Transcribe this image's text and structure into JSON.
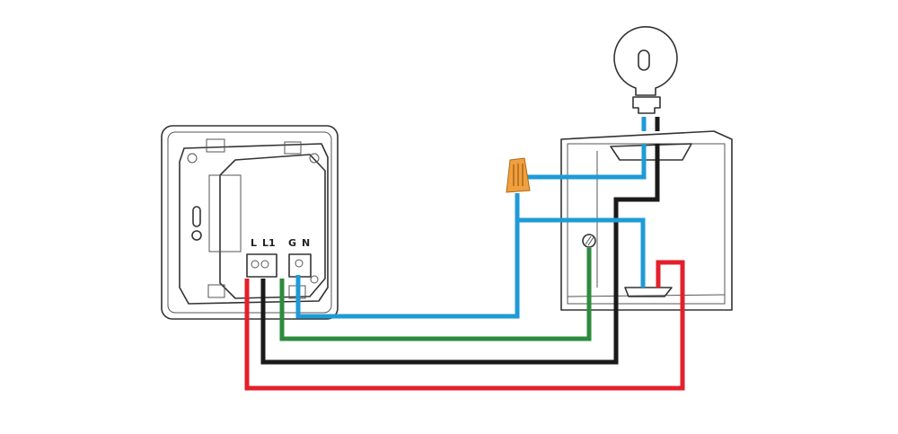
{
  "terminals": [
    "L",
    "L1",
    "G",
    "N"
  ],
  "wire_colors": {
    "live": "#e3202b",
    "switched_live": "#1a1a1a",
    "ground": "#2e8b3e",
    "neutral": "#1e9bd7"
  },
  "connector_color": "#f0a040",
  "icons": [
    "switch-module",
    "wire-nut-connector",
    "light-bulb",
    "junction-box",
    "ground-screw"
  ]
}
